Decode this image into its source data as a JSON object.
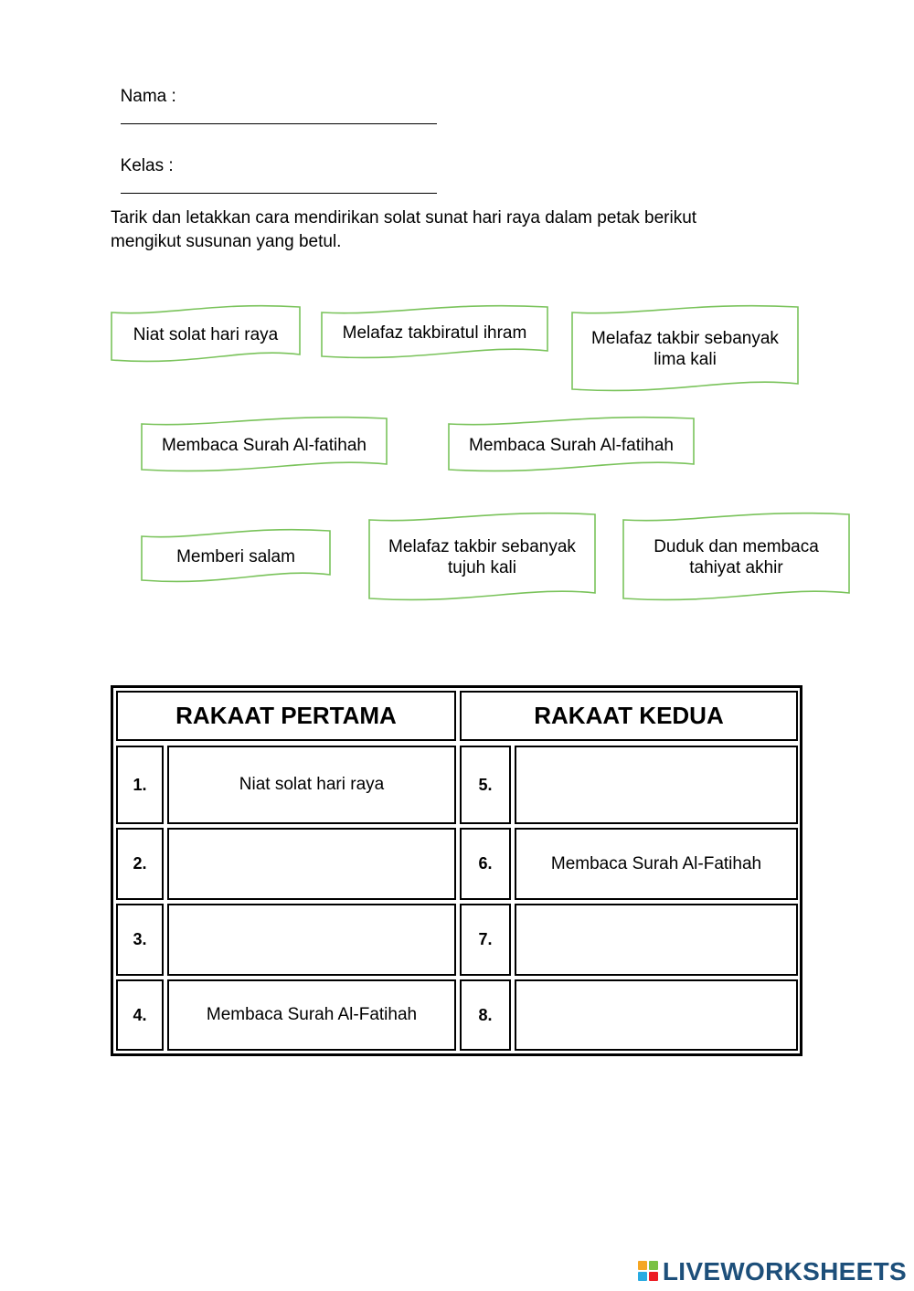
{
  "header": {
    "name_label": "Nama :",
    "class_label": "Kelas :"
  },
  "instruction": "Tarik dan letakkan cara mendirikan solat sunat hari raya dalam petak berikut mengikut susunan yang betul.",
  "cards": [
    {
      "text": "Niat solat hari raya"
    },
    {
      "text": "Melafaz takbiratul ihram"
    },
    {
      "text": "Melafaz takbir sebanyak lima kali"
    },
    {
      "text": "Membaca Surah Al-fatihah"
    },
    {
      "text": "Membaca Surah Al-fatihah"
    },
    {
      "text": "Memberi salam"
    },
    {
      "text": "Melafaz takbir sebanyak tujuh kali"
    },
    {
      "text": "Duduk dan membaca tahiyat akhir"
    }
  ],
  "table": {
    "headers": [
      "RAKAAT PERTAMA",
      "RAKAAT KEDUA"
    ],
    "left_rows": [
      {
        "num": "1.",
        "value": "Niat solat hari raya"
      },
      {
        "num": "2.",
        "value": ""
      },
      {
        "num": "3.",
        "value": ""
      },
      {
        "num": "4.",
        "value": "Membaca Surah Al-Fatihah"
      }
    ],
    "right_rows": [
      {
        "num": "5.",
        "value": ""
      },
      {
        "num": "6.",
        "value": "Membaca Surah Al-Fatihah"
      },
      {
        "num": "7.",
        "value": ""
      },
      {
        "num": "8.",
        "value": ""
      }
    ]
  },
  "branding": {
    "text": "LIVEWORKSHEETS",
    "colors": [
      "#f5a623",
      "#7ac143",
      "#29abe2",
      "#ec1c24"
    ]
  },
  "colors": {
    "card_border": "#7ac35b"
  }
}
